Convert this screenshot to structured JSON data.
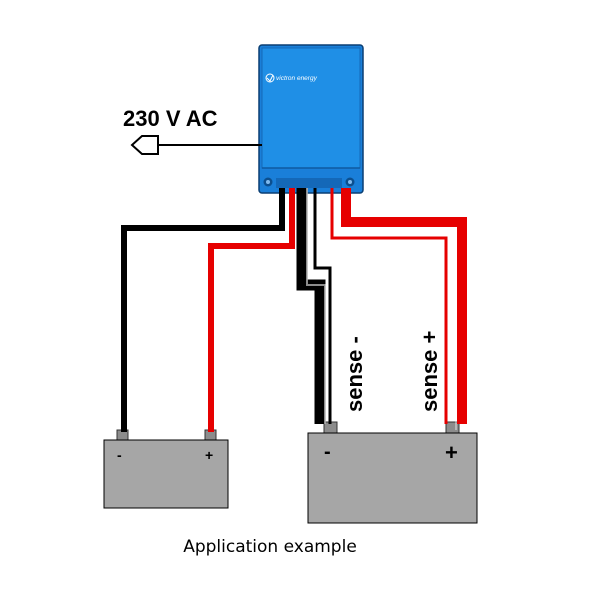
{
  "ac_label": "230 V AC",
  "device": {
    "brand": "victron energy",
    "body_color": "#1a7fd9",
    "icon": "victron-logo-icon"
  },
  "sense_minus_label": "sense -",
  "sense_plus_label": "sense +",
  "battery_small": {
    "minus_label": "-",
    "plus_label": "+"
  },
  "battery_large": {
    "minus_label": "-",
    "plus_label": "+"
  },
  "caption": "Application example",
  "colors": {
    "positive_wire": "#e60000",
    "negative_wire": "#000000",
    "battery_fill": "#a6a6a6",
    "terminal_fill": "#8c8c8c"
  }
}
